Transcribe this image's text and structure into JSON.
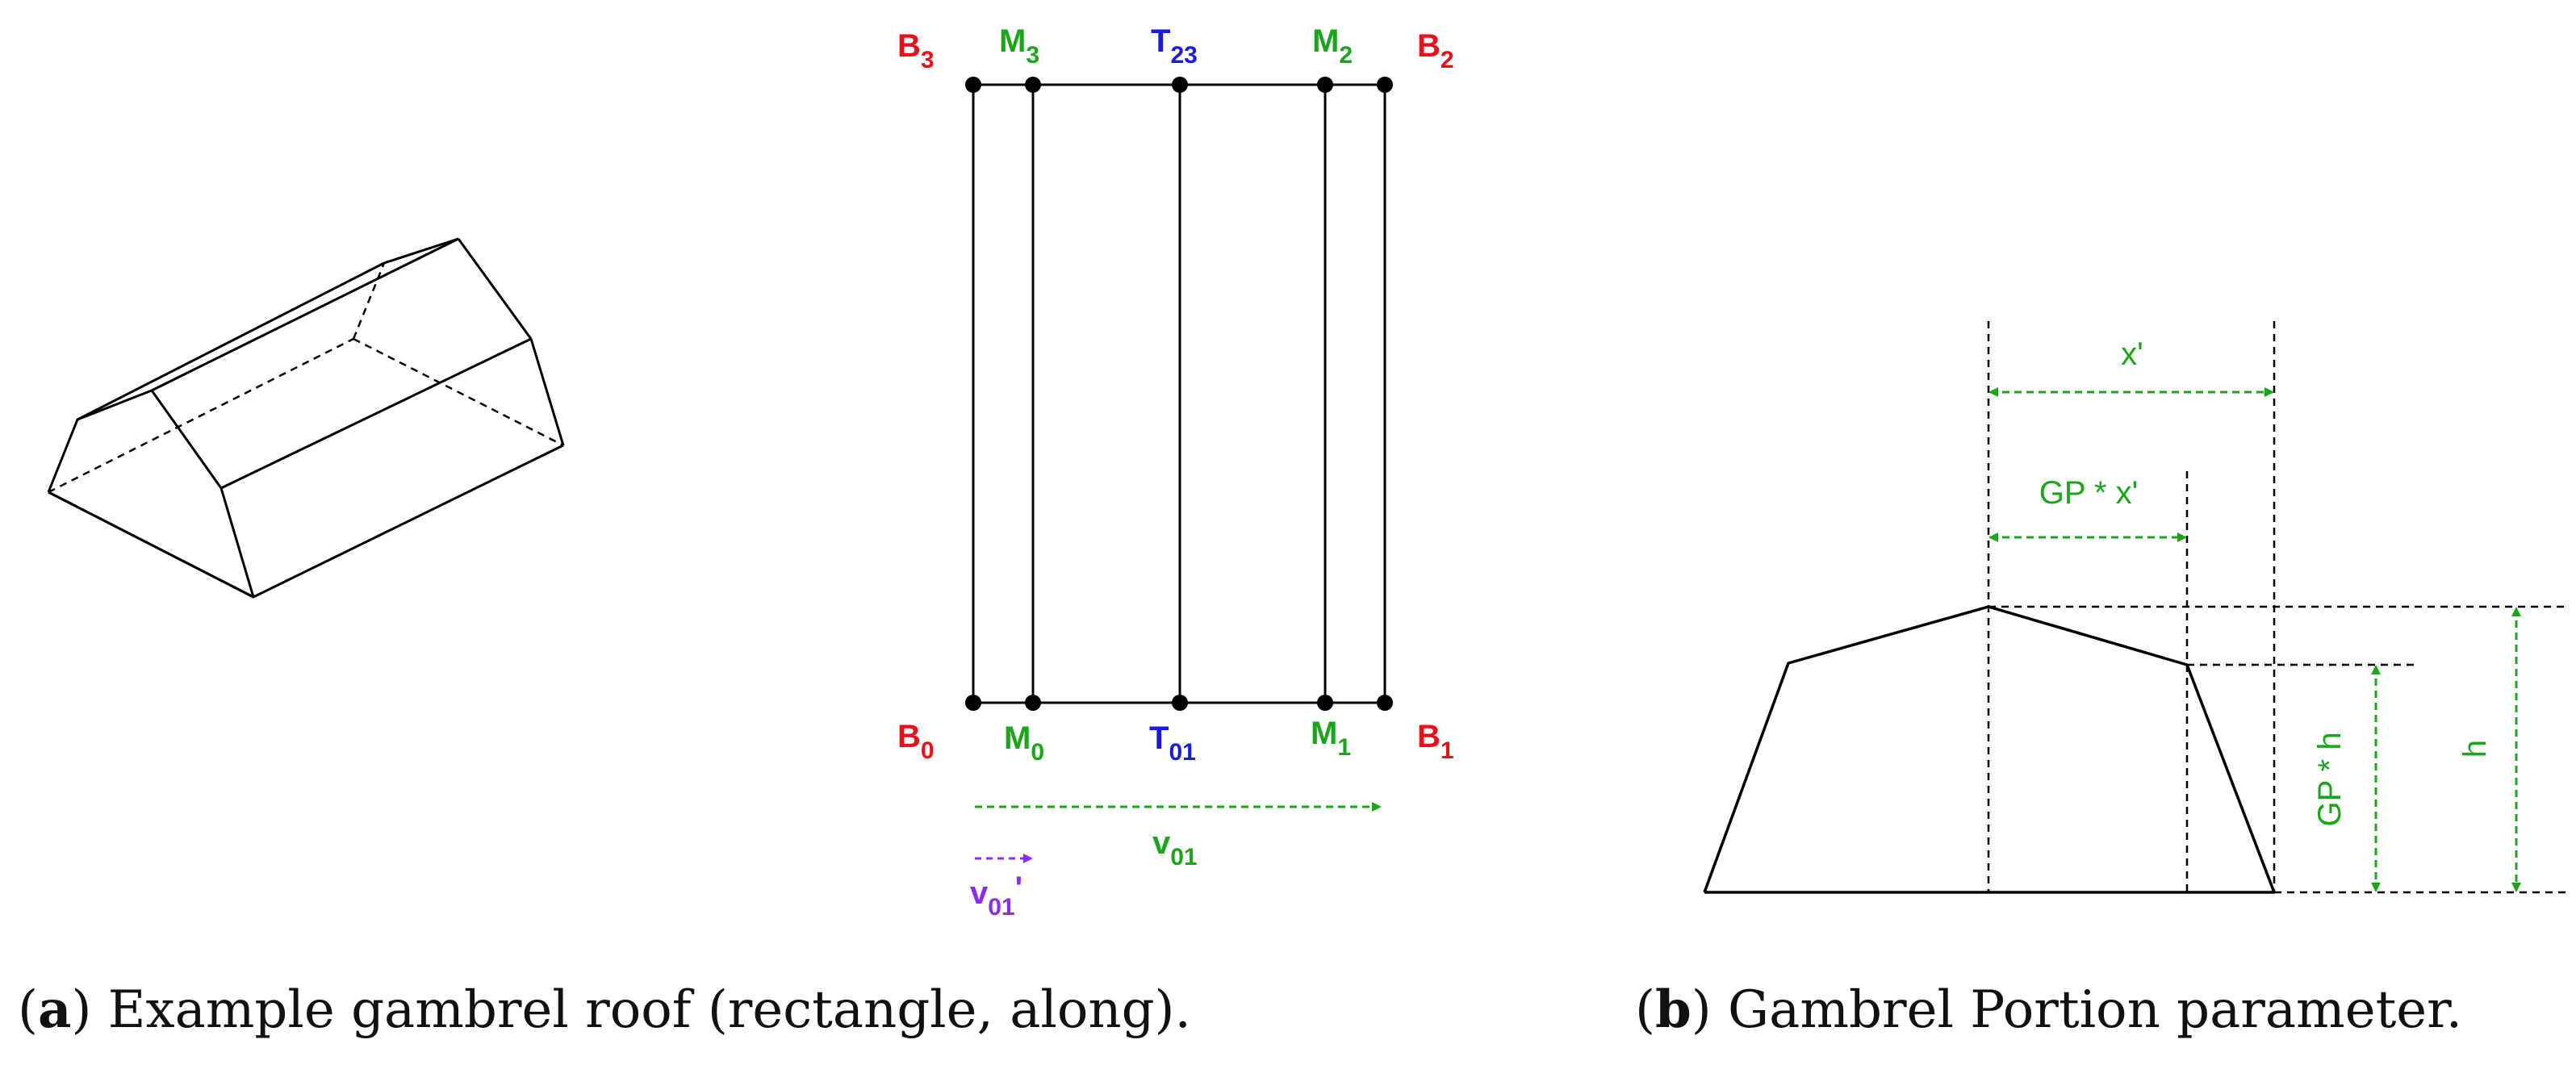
{
  "colors": {
    "red": "#e8101a",
    "green": "#1aa51a",
    "blue": "#1a1ae6",
    "purple": "#8b2cf5",
    "black": "#000000"
  },
  "floor_plan": {
    "points": {
      "B3": {
        "base": "B",
        "sub": "3",
        "color": "red"
      },
      "M3": {
        "base": "M",
        "sub": "3",
        "color": "green"
      },
      "T23": {
        "base": "T",
        "sub": "23",
        "color": "blue"
      },
      "M2": {
        "base": "M",
        "sub": "2",
        "color": "green"
      },
      "B2": {
        "base": "B",
        "sub": "2",
        "color": "red"
      },
      "B0": {
        "base": "B",
        "sub": "0",
        "color": "red"
      },
      "M0": {
        "base": "M",
        "sub": "0",
        "color": "green"
      },
      "T01": {
        "base": "T",
        "sub": "01",
        "color": "blue"
      },
      "M1": {
        "base": "M",
        "sub": "1",
        "color": "green"
      },
      "B1": {
        "base": "B",
        "sub": "1",
        "color": "red"
      }
    },
    "vectors": {
      "v01": {
        "base": "v",
        "sub": "01",
        "prime": "",
        "color": "green"
      },
      "v01p": {
        "base": "v",
        "sub": "01",
        "prime": "'",
        "color": "purple"
      }
    }
  },
  "profile": {
    "labels": {
      "x_prime": "x'",
      "gp_x_prime": "GP * x'",
      "gp_h": "GP * h",
      "h": "h"
    }
  },
  "captions": {
    "a": {
      "letter": "a",
      "text": " Example gambrel roof (rectangle, along)."
    },
    "b": {
      "letter": "b",
      "text": " Gambrel Portion parameter."
    }
  }
}
